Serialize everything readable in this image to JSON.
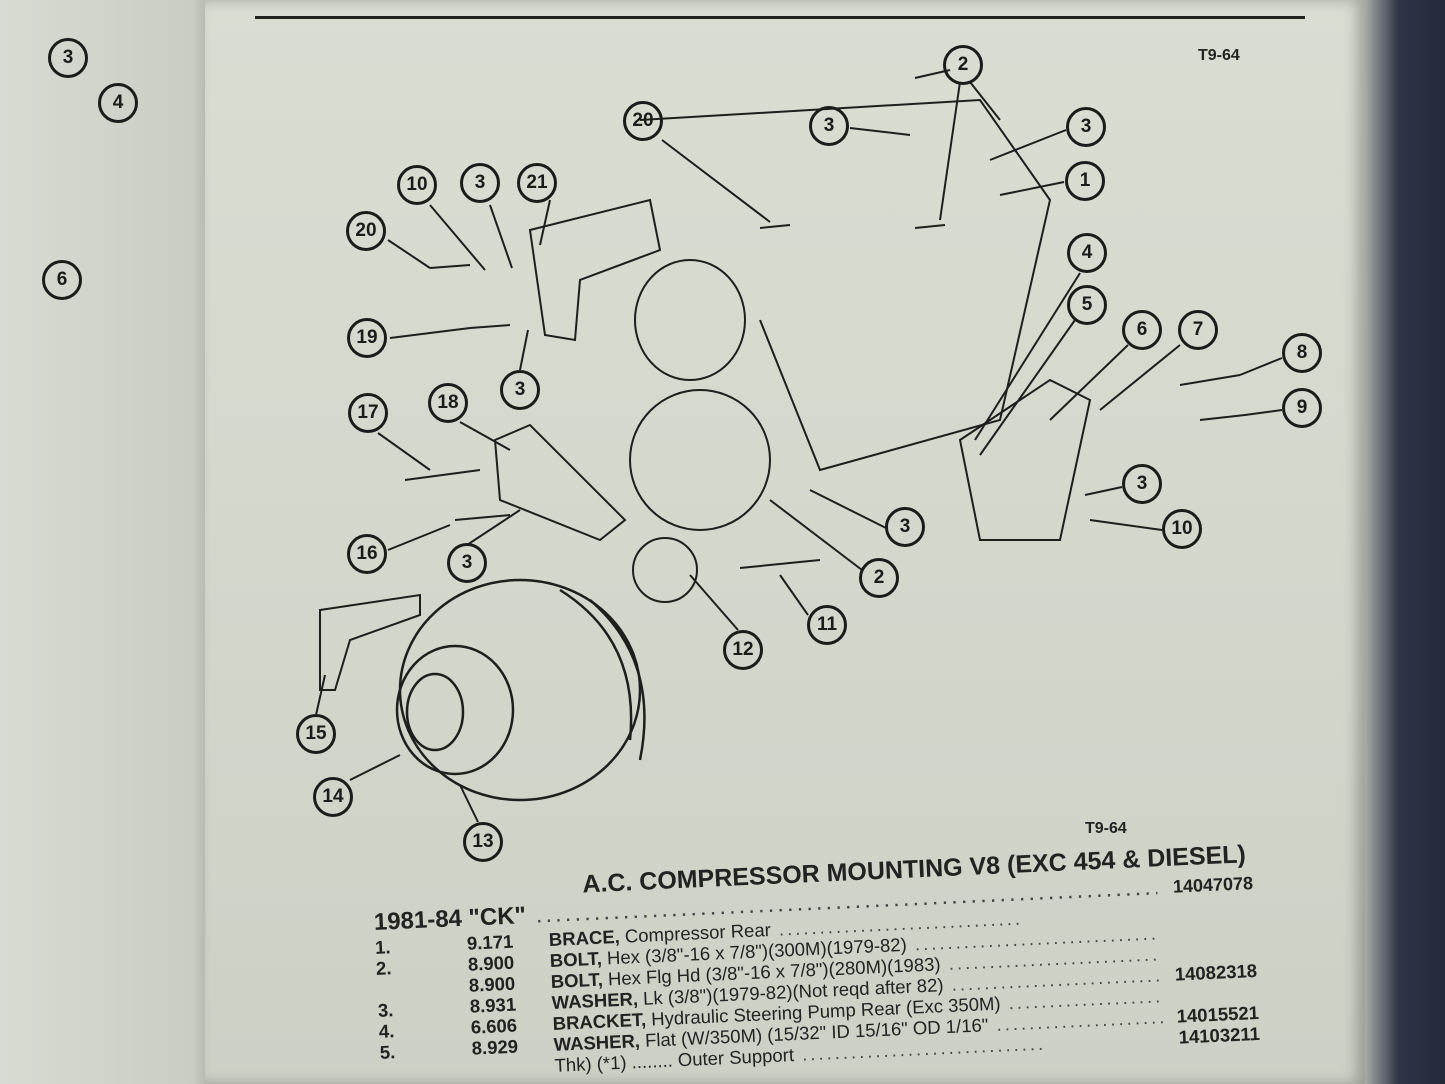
{
  "figure_code_top": "T9-64",
  "figure_code_bottom": "T9-64",
  "callouts": [
    "2",
    "3",
    "3",
    "1",
    "20",
    "10",
    "3",
    "21",
    "20",
    "4",
    "5",
    "6",
    "7",
    "8",
    "9",
    "19",
    "3",
    "17",
    "18",
    "3",
    "10",
    "3",
    "2",
    "16",
    "3",
    "11",
    "12",
    "15",
    "14",
    "13"
  ],
  "left_page_callouts": [
    "3",
    "4",
    "6"
  ],
  "section_title": "A.C. COMPRESSOR MOUNTING V8 (EXC 454 & DIESEL)",
  "section_prefix": "1981-84 \"CK\"",
  "header_part": "14047078",
  "parts": [
    {
      "no": "1.",
      "code": "9.171",
      "name": "BRACE,",
      "desc": " Compressor Rear",
      "part": ""
    },
    {
      "no": "2.",
      "code": "8.900",
      "name": "BOLT,",
      "desc": " Hex (3/8\"-16 x 7/8\")(300M)(1979-82)",
      "part": ""
    },
    {
      "no": "",
      "code": "8.900",
      "name": "BOLT,",
      "desc": " Hex Flg Hd (3/8\"-16 x 7/8\")(280M)(1983)",
      "part": ""
    },
    {
      "no": "3.",
      "code": "8.931",
      "name": "WASHER,",
      "desc": " Lk (3/8\")(1979-82)(Not reqd after 82)",
      "part": "14082318"
    },
    {
      "no": "4.",
      "code": "6.606",
      "name": "BRACKET,",
      "desc": " Hydraulic Steering Pump Rear (Exc 350M)",
      "part": ""
    },
    {
      "no": "5.",
      "code": "8.929",
      "name": "WASHER,",
      "desc": " Flat (W/350M) (15/32\" ID 15/16\" OD 1/16\"",
      "part": "14015521"
    },
    {
      "no": "",
      "code": "",
      "name": "",
      "desc": "Thk) (*1) ........ Outer Support",
      "part": "14103211"
    }
  ]
}
